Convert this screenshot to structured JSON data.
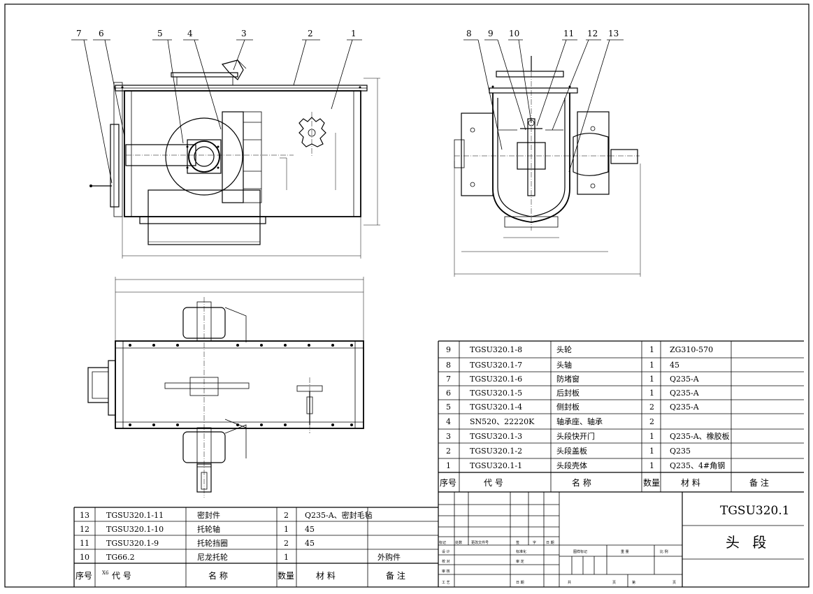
{
  "drawing_number": "TGSU320.1",
  "drawing_name": "头 段",
  "leaders_left": [
    "7",
    "6",
    "5",
    "4",
    "3",
    "2",
    "1"
  ],
  "leaders_right": [
    "8",
    "9",
    "10",
    "11",
    "12",
    "13"
  ],
  "bom_headers": {
    "seq": "序号",
    "code": "代  号",
    "name": "名  称",
    "qty": "数量",
    "material": "材  料",
    "remark": "备  注"
  },
  "bom_headers_lower": {
    "seq": "序号",
    "code": "代   号",
    "name": "名   称",
    "qty": "数量",
    "material": "材   料",
    "remark": "备   注",
    "code_prefix": "X6"
  },
  "bom_upper": [
    {
      "seq": "9",
      "code": "TGSU320.1-8",
      "name": "头轮",
      "qty": "1",
      "material": "ZG310-570",
      "remark": ""
    },
    {
      "seq": "8",
      "code": "TGSU320.1-7",
      "name": "头轴",
      "qty": "1",
      "material": "45",
      "remark": ""
    },
    {
      "seq": "7",
      "code": "TGSU320.1-6",
      "name": "防堵窗",
      "qty": "1",
      "material": "Q235-A",
      "remark": ""
    },
    {
      "seq": "6",
      "code": "TGSU320.1-5",
      "name": "后封板",
      "qty": "1",
      "material": "Q235-A",
      "remark": ""
    },
    {
      "seq": "5",
      "code": "TGSU320.1-4",
      "name": "侧封板",
      "qty": "2",
      "material": "Q235-A",
      "remark": ""
    },
    {
      "seq": "4",
      "code": "SN520、22220K",
      "name": "轴承座、轴承",
      "qty": "2",
      "material": "",
      "remark": ""
    },
    {
      "seq": "3",
      "code": "TGSU320.1-3",
      "name": "头段快开门",
      "qty": "1",
      "material": "Q235-A、橡胶板",
      "remark": ""
    },
    {
      "seq": "2",
      "code": "TGSU320.1-2",
      "name": "头段盖板",
      "qty": "1",
      "material": "Q235",
      "remark": ""
    },
    {
      "seq": "1",
      "code": "TGSU320.1-1",
      "name": "头段壳体",
      "qty": "1",
      "material": "Q235、4#角钢",
      "remark": ""
    }
  ],
  "bom_lower": [
    {
      "seq": "13",
      "code": "TGSU320.1-11",
      "name": "密封件",
      "qty": "2",
      "material": "Q235-A、密封毛毡",
      "remark": ""
    },
    {
      "seq": "12",
      "code": "TGSU320.1-10",
      "name": "托轮轴",
      "qty": "1",
      "material": "45",
      "remark": ""
    },
    {
      "seq": "11",
      "code": "TGSU320.1-9",
      "name": "托轮挡圈",
      "qty": "2",
      "material": "45",
      "remark": ""
    },
    {
      "seq": "10",
      "code": "TG66.2",
      "name": "尼龙托轮",
      "qty": "1",
      "material": "",
      "remark": "外购件"
    }
  ],
  "title_block": {
    "rev_labels": [
      "标记",
      "处数",
      "更改文件号",
      "签",
      "字",
      "日 期"
    ],
    "sign_rows": [
      {
        "a": "设 计",
        "b": "标准化"
      },
      {
        "a": "校 对",
        "b": "审 定"
      },
      {
        "a": "审 核",
        "b": ""
      },
      {
        "a": "工 艺",
        "b": "日 期"
      }
    ],
    "stage_mark": "图样标记",
    "weight": "重 量",
    "scale": "比 例",
    "sheet_total": "共",
    "sheet_unit": "页",
    "sheet_no": "第",
    "sheet_unit2": "页"
  }
}
